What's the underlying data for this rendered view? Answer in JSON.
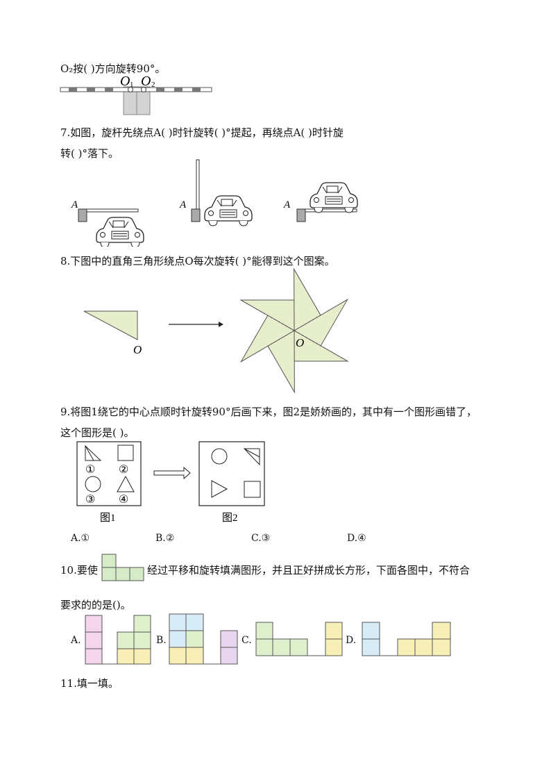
{
  "q6": {
    "text": "O₂按(          )方向旋转90°。",
    "label_o1": "O",
    "label_o1_sub": "1",
    "label_o2": "O",
    "label_o2_sub": "2"
  },
  "q7": {
    "line1": "7.如图，旋杆先绕点A(          )时针旋转(          )°提起，再绕点A(          )时针旋",
    "line2": "转(          )°落下。",
    "label_a": "A"
  },
  "q8": {
    "text": "8.下图中的直角三角形绕点O每次旋转(          )°能得到这个图案。",
    "label_o": "O"
  },
  "q9": {
    "line1": "9.将图1绕它的中心点顺时针旋转90°后画下来，图2是娇娇画的，其中有一个图形画错了，",
    "line2": "这个图形是(        )。",
    "fig1_caption": "图1",
    "fig2_caption": "图2",
    "n1": "①",
    "n2": "②",
    "n3": "③",
    "n4": "④",
    "options": [
      "A.①",
      "B.②",
      "C.③",
      "D.④"
    ]
  },
  "q10": {
    "prefix": "10.要使",
    "suffix": "经过平移和旋转填满图形，并且正好拼成长方形，下面各图中，不符合",
    "line2": "要求的的是()。",
    "options": [
      "A.",
      "B.",
      "C.",
      "D."
    ],
    "colors": {
      "pink": "#f3d6ec",
      "yellow": "#f8efb6",
      "green": "#dff0cc",
      "blue": "#d8ecf8",
      "purple": "#e8d6f0",
      "piece": "#d6ecc8"
    }
  },
  "q11": {
    "text": "11.填一填。"
  }
}
